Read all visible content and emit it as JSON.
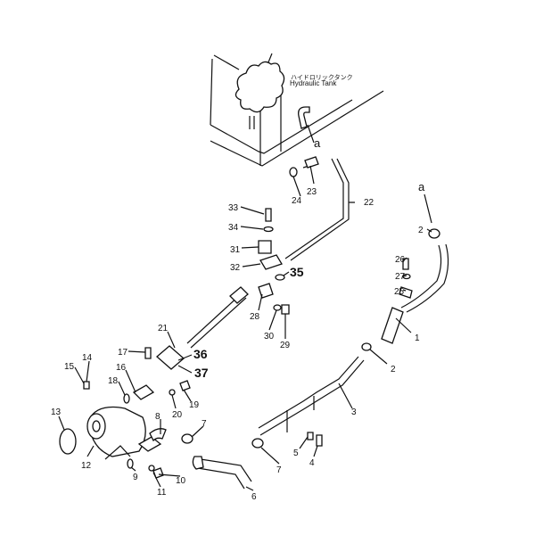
{
  "tank": {
    "label_jp": "ハイドロリックタンク",
    "label_en": "Hydraulic Tank"
  },
  "refs": {
    "a1": "a",
    "a2": "a"
  },
  "parts": {
    "p1": "1",
    "p2a": "2",
    "p2b": "2",
    "p3": "3",
    "p4": "4",
    "p5": "5",
    "p6": "6",
    "p7a": "7",
    "p7b": "7",
    "p8": "8",
    "p9": "9",
    "p10": "10",
    "p11": "11",
    "p12": "12",
    "p13": "13",
    "p14": "14",
    "p15": "15",
    "p16": "16",
    "p17": "17",
    "p18": "18",
    "p19": "19",
    "p20": "20",
    "p21": "21",
    "p22": "22",
    "p23": "23",
    "p24": "24",
    "p25": "25",
    "p26": "26",
    "p27": "27",
    "p28": "28",
    "p29": "29",
    "p30": "30",
    "p31": "31",
    "p32": "32",
    "p33": "33",
    "p34": "34",
    "p35": "35",
    "p36": "36",
    "p37": "37"
  }
}
